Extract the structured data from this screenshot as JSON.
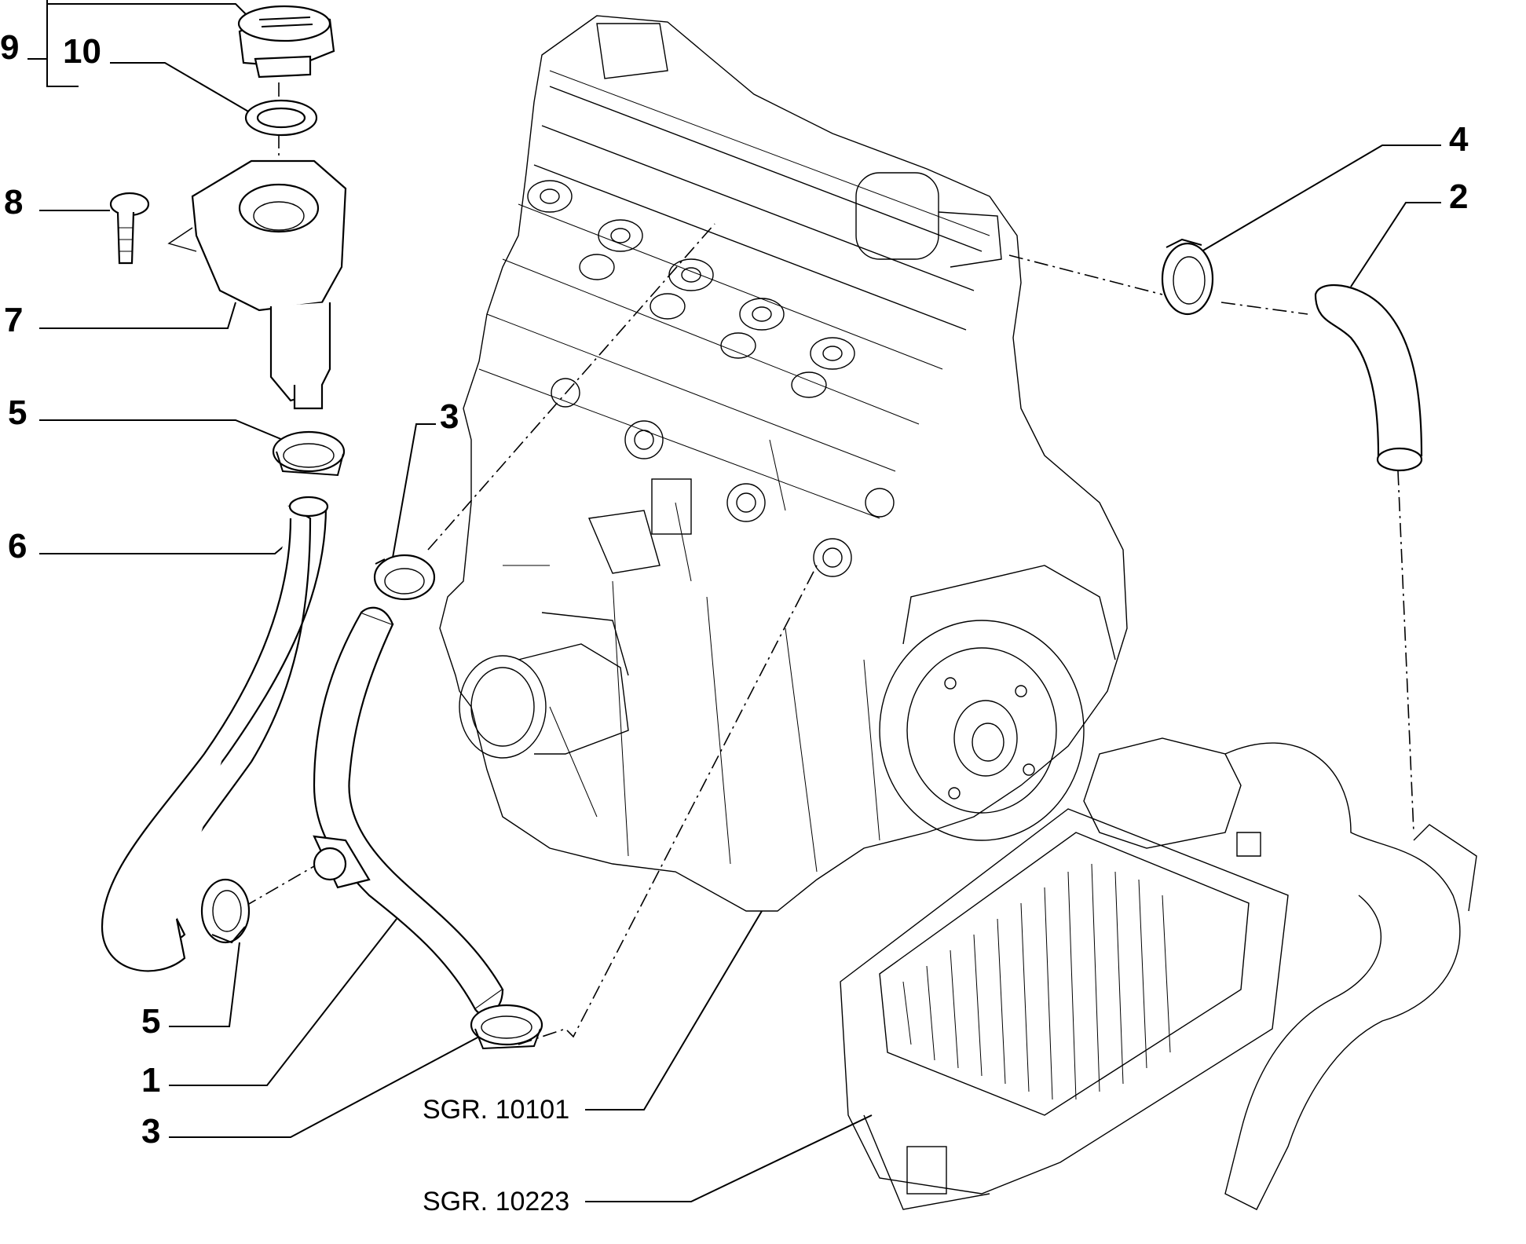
{
  "callouts": {
    "c9": "9",
    "c10": "10",
    "c8": "8",
    "c7": "7",
    "c5_top": "5",
    "c6": "6",
    "c3_top": "3",
    "c4": "4",
    "c2": "2",
    "c5_bottom": "5",
    "c1": "1",
    "c3_bottom": "3"
  },
  "references": {
    "engine": "SGR. 10101",
    "air_filter": "SGR. 10223"
  }
}
